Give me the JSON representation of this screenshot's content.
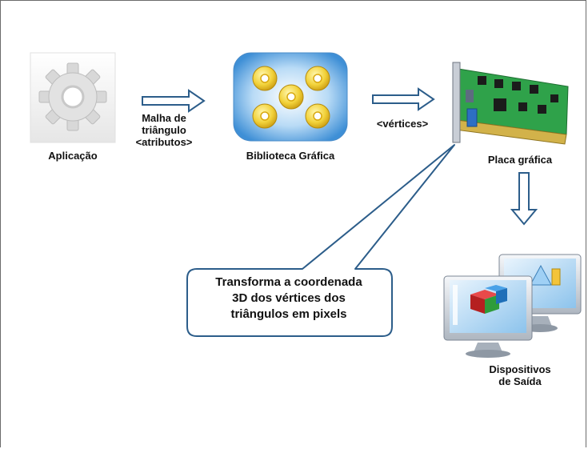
{
  "nodes": {
    "app": {
      "label": "Aplicação",
      "icon": "gear-icon"
    },
    "edge1": {
      "line1": "Malha de",
      "line2": "triângulo",
      "line3": "<atributos>"
    },
    "lib": {
      "label": "Biblioteca Gráfica",
      "icon": "graphics-library-icon"
    },
    "edge2": {
      "label": "<vértices>"
    },
    "gpu": {
      "label": "Placa gráfica",
      "icon": "graphics-card-icon"
    },
    "out": {
      "line1": "Dispositivos",
      "line2": "de Saída",
      "icon": "monitors-icon"
    }
  },
  "callout": {
    "line1": "Transforma a coordenada",
    "line2": "3D dos vértices dos",
    "line3": "triângulos em pixels"
  },
  "colors": {
    "arrow_stroke": "#2c5d8a",
    "callout_border": "#2c5d8a",
    "library_blue": "#5aa8e8",
    "gear_yellow": "#f2d23a"
  }
}
